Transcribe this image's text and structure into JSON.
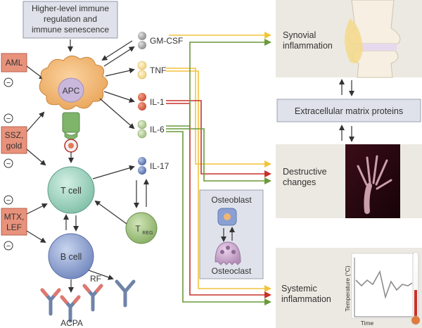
{
  "top_box": {
    "line1": "Higher-level immune",
    "line2": "regulation and",
    "line3": "immune senescence"
  },
  "drugs": {
    "aml": "AML",
    "ssz_line1": "SSZ,",
    "ssz_line2": "gold",
    "mtx_line1": "MTX,",
    "mtx_line2": "LEF",
    "inhibit_symbol": "−"
  },
  "cells": {
    "apc": "APC",
    "t_cell": "T cell",
    "b_cell": "B cell",
    "treg_main": "T",
    "treg_sub": "REG"
  },
  "cytokines": {
    "gm_csf": "GM-CSF",
    "tnf": "TNF",
    "il1": "IL-1",
    "il6": "IL-6",
    "il17": "IL-17"
  },
  "antibodies": {
    "rf": "RF",
    "acpa": "ACPA"
  },
  "bone": {
    "osteoblast": "Osteoblast",
    "osteoclast": "Osteoclast"
  },
  "outcomes": {
    "synovial_line1": "Synovial",
    "synovial_line2": "inflammation",
    "destructive_line1": "Destructive",
    "destructive_line2": "changes",
    "systemic_line1": "Systemic",
    "systemic_line2": "inflammation",
    "ecm": "Extracellular matrix proteins"
  },
  "temperature_chart": {
    "ylabel": "Temperature (°C)",
    "xlabel": "Time"
  },
  "colors": {
    "yellow_arrow": "#f2c43c",
    "red_arrow": "#c8322a",
    "green_arrow": "#6a9a3a",
    "drug_box": "#e8927c",
    "panel_bg": "#ece9e2",
    "apc_orange": "#f2b672",
    "cell_teal": "#9fd3c0",
    "b_cell_blue": "#8fa6d4",
    "treg_green": "#a8c98a"
  }
}
